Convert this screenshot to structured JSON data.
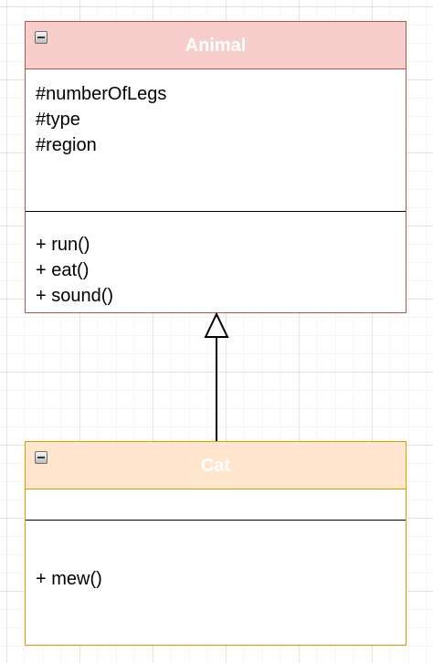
{
  "classes": {
    "animal": {
      "name": "Animal",
      "attributes": [
        "#numberOfLegs",
        "#type",
        "#region"
      ],
      "methods": [
        "+ run()",
        "+ eat()",
        "+ sound()"
      ],
      "fill_color": "#f8cecc",
      "stroke_color": "#b85450"
    },
    "cat": {
      "name": "Cat",
      "attributes": [],
      "methods": [
        "+ mew()"
      ],
      "fill_color": "#ffe6cc",
      "stroke_color": "#d79b00"
    }
  },
  "relations": [
    {
      "type": "generalization",
      "from": "Cat",
      "to": "Animal"
    }
  ],
  "icons": {
    "collapse": "minus-square-icon"
  }
}
